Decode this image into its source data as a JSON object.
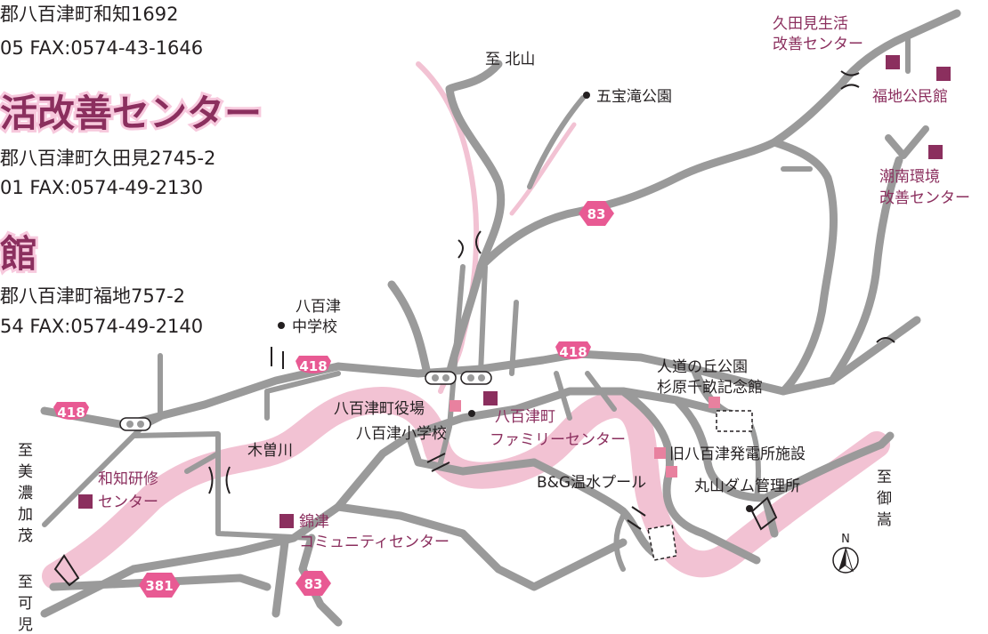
{
  "info_blocks": [
    {
      "line1": "郡八百津町和知1692",
      "line2": "05   FAX:0574-43-1646"
    },
    {
      "heading": "活改善センター",
      "line1": "郡八百津町久田見2745-2",
      "line2": "01   FAX:0574-49-2130"
    },
    {
      "heading": "館",
      "line1": "郡八百津町福地757-2",
      "line2": "54  FAX:0574-49-2140"
    }
  ],
  "route_numbers": {
    "r418_a": "418",
    "r418_b": "418",
    "r418_c": "418",
    "r83_a": "83",
    "r83_b": "83",
    "r381": "381"
  },
  "directions": {
    "kitayama": "至 北山",
    "mino_kamo": [
      "至",
      "美",
      "濃",
      "加",
      "茂"
    ],
    "kani": [
      "至",
      "可",
      "児"
    ],
    "mitake": [
      "至",
      "御",
      "嵩"
    ]
  },
  "facilities": {
    "kudami": [
      "久田見生活",
      "改善センター"
    ],
    "fukuchi": "福地公民館",
    "chonan": [
      "潮南環境",
      "改善センター"
    ],
    "wachi": [
      "和知研修",
      "センター"
    ],
    "nishikitsu": [
      "錦津",
      "コミュニティセンター"
    ],
    "family": [
      "八百津町",
      "ファミリーセンター"
    ]
  },
  "places": {
    "gohodaki": "五宝滝公園",
    "junior_high": [
      "八百津",
      "中学校"
    ],
    "town_office": "八百津町役場",
    "elementary": "八百津小学校",
    "kisogawa": "木曽川",
    "jindo": [
      "人道の丘公園",
      "杉原千畝記念館"
    ],
    "old_power": "旧八百津発電所施設",
    "pool": "B&G温水プール",
    "maruyama_dam": "丸山ダム管理所",
    "north": "N"
  },
  "colors": {
    "road": "#9a9a9a",
    "river": "#f2c2d3",
    "facility_main": "#8b2f5e",
    "facility_minor": "#e8819f",
    "shield": "#e85a93"
  }
}
